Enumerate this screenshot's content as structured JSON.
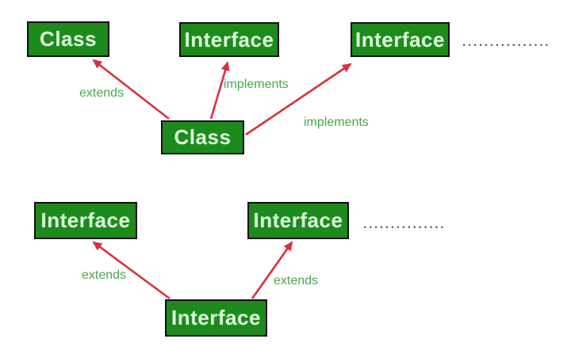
{
  "diagram": {
    "description": "UML-style inheritance diagram: classes and interfaces connected by extends/implements arrows",
    "nodes": [
      {
        "id": "class-top-left",
        "label": "Class"
      },
      {
        "id": "interface-top-middle",
        "label": "Interface"
      },
      {
        "id": "interface-top-right",
        "label": "Interface"
      },
      {
        "id": "class-middle",
        "label": "Class"
      },
      {
        "id": "interface-row2-left",
        "label": "Interface"
      },
      {
        "id": "interface-row2-right",
        "label": "Interface"
      },
      {
        "id": "interface-bottom",
        "label": "Interface"
      }
    ],
    "edges": [
      {
        "from": "class-middle",
        "to": "class-top-left",
        "label": "extends"
      },
      {
        "from": "class-middle",
        "to": "interface-top-middle",
        "label": "implements"
      },
      {
        "from": "class-middle",
        "to": "interface-top-right",
        "label": "implements"
      },
      {
        "from": "interface-bottom",
        "to": "interface-row2-left",
        "label": "extends"
      },
      {
        "from": "interface-bottom",
        "to": "interface-row2-right",
        "label": "extends"
      }
    ],
    "ellipsis_top": "................",
    "ellipsis_bottom": "...............",
    "colors": {
      "box_fill": "#1d8a1d",
      "box_text": "#d9f6d9",
      "box_border": "#111111",
      "edge_label_green": "#4ca64c",
      "arrow_red": "#dd2f3f",
      "dots_color": "#4e6e4e",
      "background": "#ffffff"
    }
  }
}
